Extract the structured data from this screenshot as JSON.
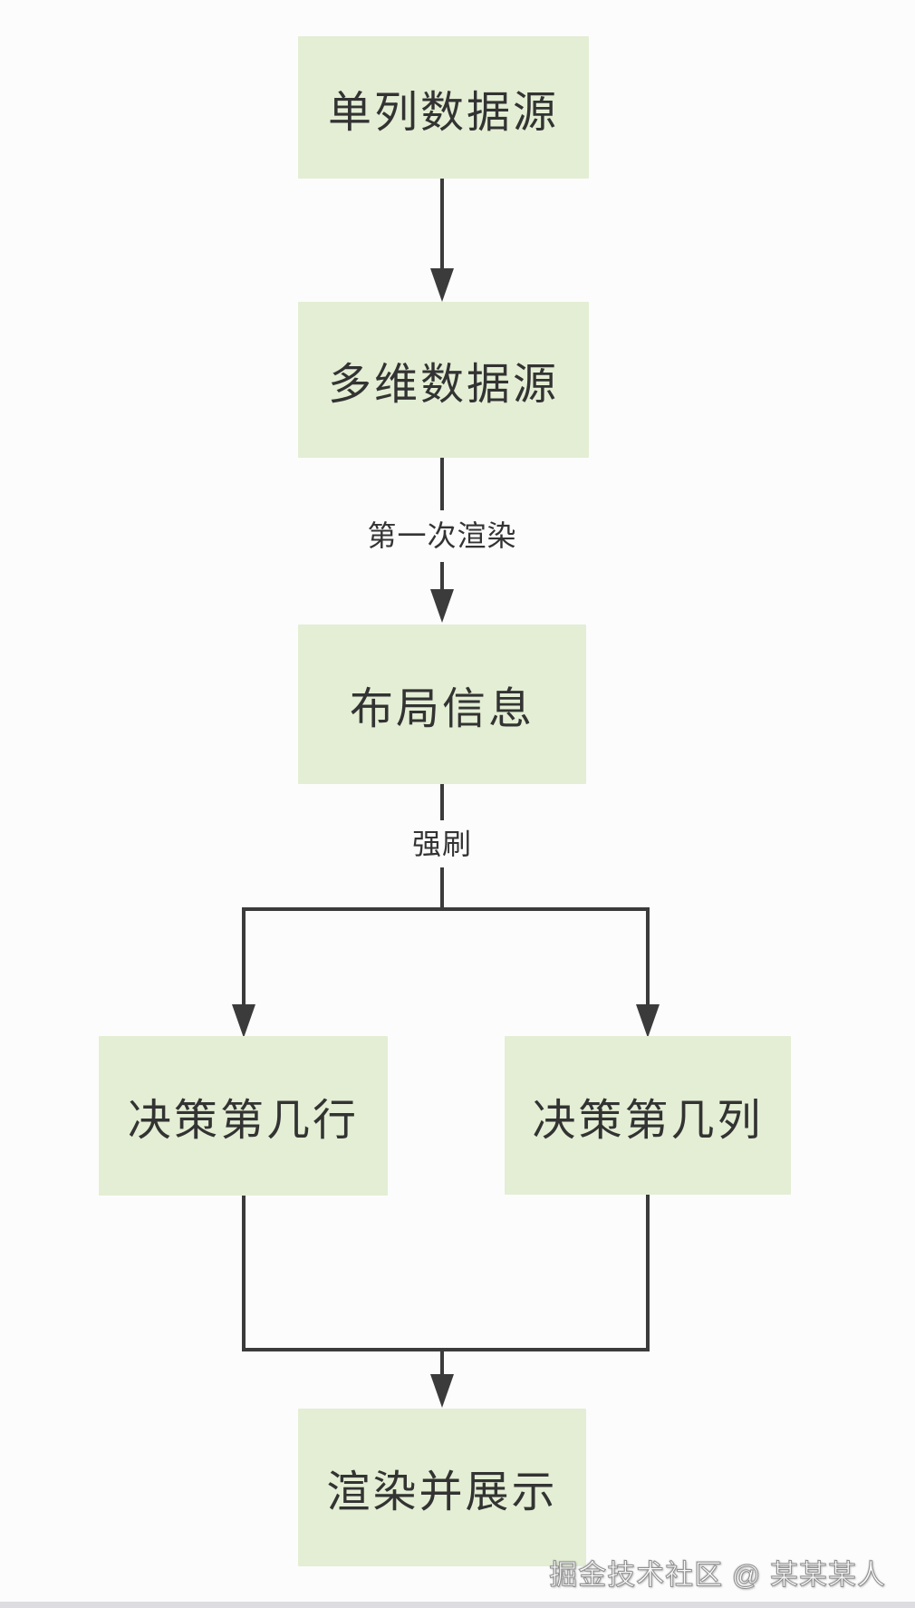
{
  "diagram": {
    "type": "flowchart",
    "direction": "top-down",
    "colors": {
      "background": "#fcfcfc",
      "node_fill": "#e3eed4",
      "line": "#3b3b3b",
      "text": "#333333",
      "footer_bar": "#dddde1"
    },
    "nodes": [
      {
        "id": "single-column-datasource",
        "label": "单列数据源"
      },
      {
        "id": "multi-dimension-datasource",
        "label": "多维数据源"
      },
      {
        "id": "layout-info",
        "label": "布局信息"
      },
      {
        "id": "decide-which-row",
        "label": "决策第几行"
      },
      {
        "id": "decide-which-column",
        "label": "决策第几列"
      },
      {
        "id": "render-and-display",
        "label": "渲染并展示"
      }
    ],
    "edges": [
      {
        "from": "single-column-datasource",
        "to": "multi-dimension-datasource",
        "label": ""
      },
      {
        "from": "multi-dimension-datasource",
        "to": "layout-info",
        "label": "第一次渲染"
      },
      {
        "from": "layout-info",
        "to": "decide-which-row",
        "label": "强刷"
      },
      {
        "from": "layout-info",
        "to": "decide-which-column",
        "label": "强刷"
      },
      {
        "from": "decide-which-row",
        "to": "render-and-display",
        "label": ""
      },
      {
        "from": "decide-which-column",
        "to": "render-and-display",
        "label": ""
      }
    ],
    "edge_labels": [
      {
        "id": "first-render",
        "label": "第一次渲染"
      },
      {
        "id": "force-refresh",
        "label": "强刷"
      }
    ]
  },
  "watermark": {
    "text": "掘金技术社区 @ 某某某人"
  }
}
